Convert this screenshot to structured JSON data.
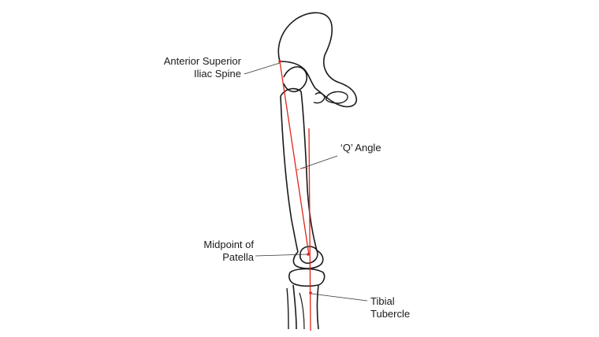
{
  "colors": {
    "outline": "#1a1a1a",
    "axis": "#e0241b",
    "leader": "#333333",
    "background": "#ffffff"
  },
  "labels": {
    "asis": {
      "line1": "Anterior Superior",
      "line2": "Iliac Spine"
    },
    "q_angle": {
      "line1": "‘Q’ Angle"
    },
    "patella": {
      "line1": "Midpoint of",
      "line2": "Patella"
    },
    "tibial": {
      "line1": "Tibial",
      "line2": "Tubercle"
    }
  }
}
